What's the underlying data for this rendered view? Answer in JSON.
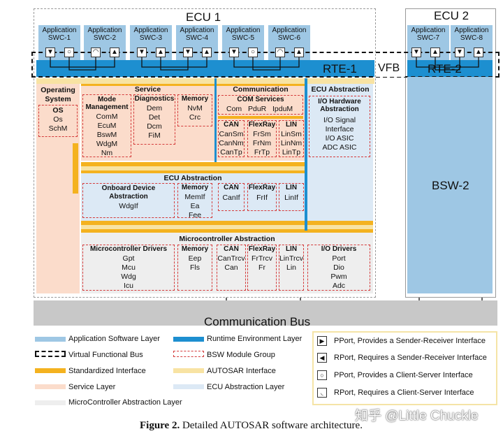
{
  "ecu1": {
    "title": "ECU 1"
  },
  "ecu2": {
    "title": "ECU 2"
  },
  "swc": [
    {
      "label": "Application SWC-1",
      "port_l": "▼",
      "port_r": "○"
    },
    {
      "label": "Application SWC-2",
      "port_l": "◠",
      "port_r": "▲"
    },
    {
      "label": "Application SWC-3",
      "port_l": "▼",
      "port_r": "▲"
    },
    {
      "label": "Application SWC-4",
      "port_l": "▼",
      "port_r": "▲"
    },
    {
      "label": "Application SWC-5",
      "port_l": "▼",
      "port_r": "○"
    },
    {
      "label": "Application SWC-6",
      "port_l": "◠",
      "port_r": "▲"
    },
    {
      "label": "Application SWC-7",
      "port_l": "▼",
      "port_r": "▲"
    },
    {
      "label": "Application SWC-8",
      "port_l": "▼",
      "port_r": "▲"
    }
  ],
  "rte1": "RTE-1",
  "rte2": "RTE-2",
  "vfb": "VFB",
  "bsw2": "BSW-2",
  "os_block": {
    "title": "Operating System",
    "os": "OS",
    "items": [
      "Os",
      "SchM"
    ]
  },
  "service": {
    "title": "Service",
    "mode": {
      "title": "Mode Management",
      "items": [
        "ComM",
        "EcuM",
        "BswM",
        "WdgM",
        "Nm"
      ]
    },
    "diag": {
      "title": "Diagnostics",
      "items": [
        "Dem",
        "Det",
        "Dcm",
        "FiM"
      ]
    },
    "mem": {
      "title": "Memory",
      "items": [
        "NvM",
        "Crc"
      ]
    }
  },
  "communication": {
    "title": "Communication",
    "com_services": {
      "title": "COM Services",
      "items": [
        "Com",
        "PduR",
        "IpduM"
      ]
    },
    "can": {
      "title": "CAN",
      "items": [
        "CanSm",
        "CanNm",
        "CanTp"
      ]
    },
    "flexray": {
      "title": "FlexRay",
      "items": [
        "FrSm",
        "FrNm",
        "FrTp"
      ]
    },
    "lin": {
      "title": "LIN",
      "items": [
        "LinSm",
        "LinNm",
        "LinTp"
      ]
    }
  },
  "ecu_abs_right": {
    "title": "ECU Abstraction",
    "io_hw": {
      "title": "I/O Hardware Abstraction",
      "items": [
        "I/O Signal Interface",
        "I/O ASIC",
        "ADC ASIC"
      ]
    }
  },
  "ecu_abs": {
    "title": "ECU Abstraction",
    "onboard": {
      "title": "Onboard Device Abstraction",
      "item": "WdgIf"
    },
    "mem": {
      "title": "Memory",
      "items": [
        "MemIf",
        "Ea",
        "Fee"
      ]
    },
    "can": {
      "title": "CAN",
      "item": "CanIf"
    },
    "flexray": {
      "title": "FlexRay",
      "item": "FrIf"
    },
    "lin": {
      "title": "LIN",
      "item": "LinIf"
    }
  },
  "mcal": {
    "title": "Microcontroller Abstraction",
    "drivers": {
      "title": "Microcontroller Drivers",
      "items": [
        "Gpt",
        "Mcu",
        "Wdg",
        "Icu"
      ]
    },
    "mem": {
      "title": "Memory",
      "items": [
        "Eep",
        "Fls"
      ]
    },
    "can": {
      "title": "CAN",
      "items": [
        "CanTrcv",
        "Can"
      ]
    },
    "flexray": {
      "title": "FlexRay",
      "items": [
        "FrTrcv",
        "Fr"
      ]
    },
    "lin": {
      "title": "LIN",
      "items": [
        "LinTrcv",
        "Lin"
      ]
    },
    "io": {
      "title": "I/O Drivers",
      "items": [
        "Port",
        "Dio",
        "Pwm",
        "Adc"
      ]
    }
  },
  "comm_bus": "Communication Bus",
  "legend": {
    "app_layer": "Application Software Layer",
    "rte_layer": "Runtime Environment Layer",
    "vfb": "Virtual Functional Bus",
    "bsw_group": "BSW Module Group",
    "std_if": "Standardized Interface",
    "autosar_if": "AUTOSAR Interface",
    "service_layer": "Service Layer",
    "ecu_abs_layer": "ECU Abstraction Layer",
    "mcal_layer": "MicroController Abstraction Layer",
    "pport_sr": "PPort, Provides a Sender-Receiver Interface",
    "rport_sr": "RPort, Requires a Sender-Receiver Interface",
    "pport_cs": "PPort, Provides a Client-Server Interface",
    "rport_cs": "RPort, Requires a Client-Server Interface",
    "sym_pport_sr": "▶",
    "sym_rport_sr": "◀",
    "sym_pport_cs": "○",
    "sym_rport_cs": "◟"
  },
  "watermark": "知乎 @Little Chuckle",
  "caption": {
    "label": "Figure 2.",
    "text": "Detailed AUTOSAR software architecture."
  },
  "colors": {
    "app": "#9ec7e4",
    "rte": "#1d8fd0",
    "std_if": "#f4b21f",
    "autosar_if": "#f8e3a3",
    "service": "#fbdccb",
    "ecu_abs": "#dce9f5",
    "mcal": "#eeeeee",
    "bus": "#c8c8c8",
    "bsw_group_border": "#d43b3b"
  }
}
